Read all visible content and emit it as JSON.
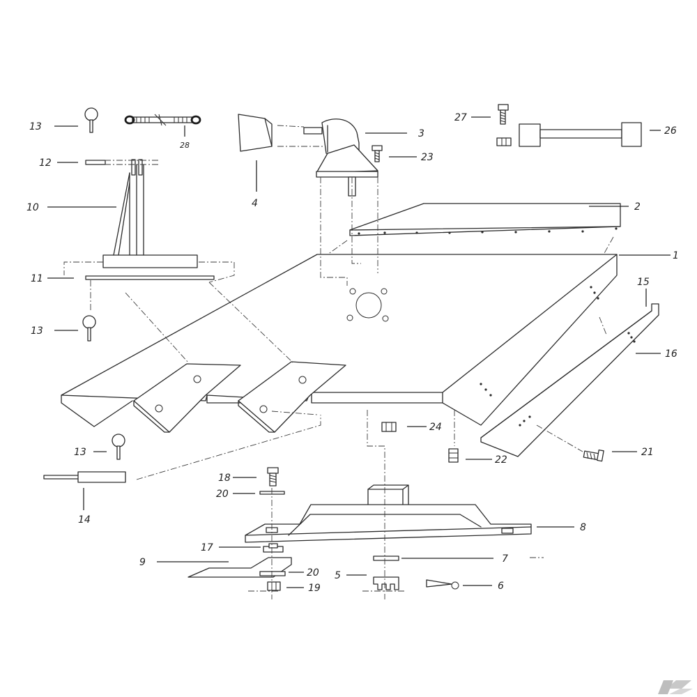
{
  "parts": [
    {
      "id": "p1",
      "label": "1"
    },
    {
      "id": "p2",
      "label": "2"
    },
    {
      "id": "p3",
      "label": "3"
    },
    {
      "id": "p4",
      "label": "4"
    },
    {
      "id": "p5",
      "label": "5"
    },
    {
      "id": "p6",
      "label": "6"
    },
    {
      "id": "p7",
      "label": "7"
    },
    {
      "id": "p8",
      "label": "8"
    },
    {
      "id": "p9",
      "label": "9"
    },
    {
      "id": "p10",
      "label": "10"
    },
    {
      "id": "p11",
      "label": "11"
    },
    {
      "id": "p12",
      "label": "12"
    },
    {
      "id": "p13a",
      "label": "13"
    },
    {
      "id": "p13b",
      "label": "13"
    },
    {
      "id": "p13c",
      "label": "13"
    },
    {
      "id": "p14",
      "label": "14"
    },
    {
      "id": "p15",
      "label": "15"
    },
    {
      "id": "p16",
      "label": "16"
    },
    {
      "id": "p17",
      "label": "17"
    },
    {
      "id": "p18",
      "label": "18"
    },
    {
      "id": "p19",
      "label": "19"
    },
    {
      "id": "p20a",
      "label": "20"
    },
    {
      "id": "p20b",
      "label": "20"
    },
    {
      "id": "p21",
      "label": "21"
    },
    {
      "id": "p22",
      "label": "22"
    },
    {
      "id": "p23",
      "label": "23"
    },
    {
      "id": "p24",
      "label": "24"
    },
    {
      "id": "p26",
      "label": "26"
    },
    {
      "id": "p27",
      "label": "27"
    },
    {
      "id": "p28",
      "label": "28"
    }
  ],
  "brand": {
    "mark": "K"
  }
}
